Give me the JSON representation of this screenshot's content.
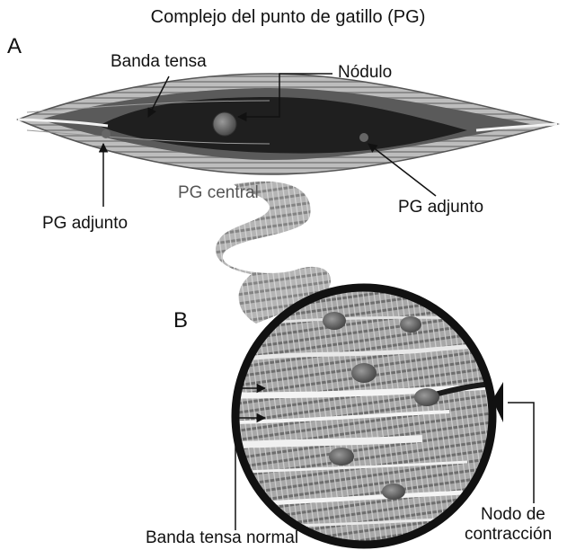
{
  "title": "Complejo del punto de gatillo (PG)",
  "panel_a": {
    "letter": "A",
    "labels": {
      "banda_tensa": "Banda tensa",
      "nodulo": "Nódulo",
      "pg_adjunto_left": "PG adjunto",
      "pg_adjunto_right": "PG adjunto",
      "pg_central": "PG central"
    }
  },
  "panel_b": {
    "letter": "B",
    "labels": {
      "banda_tensa_normal": "Banda tensa normal",
      "nodo_line1": "Nodo de",
      "nodo_line2": "contracción"
    }
  },
  "colors": {
    "fiber_dark": "#2a2a2a",
    "fiber_mid": "#7a7a7a",
    "fiber_light": "#c8c8c8",
    "outline": "#111111"
  }
}
